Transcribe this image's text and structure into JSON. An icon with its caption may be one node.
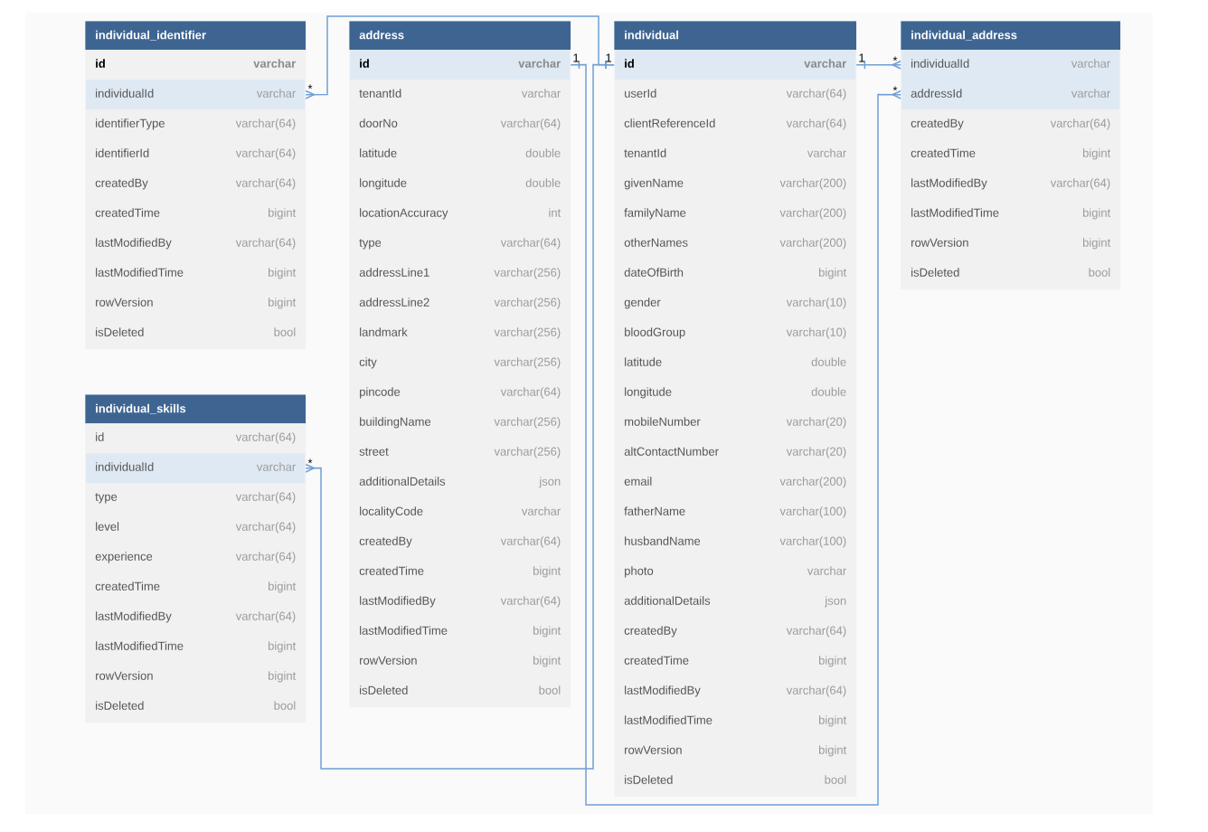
{
  "diagram": {
    "nodes": [
      {
        "text": [
          "individual_identifier"
        ]
      },
      {
        "text": [
          "id",
          "varchar"
        ],
        "in": 0
      },
      {
        "text": [
          "individualId",
          "varchar"
        ],
        "in": 0
      },
      {
        "text": [
          "identifierType",
          "varchar(64)"
        ],
        "in": 0
      },
      {
        "text": [
          "identifierId",
          "varchar(64)"
        ],
        "in": 0
      },
      {
        "text": [
          "createdBy",
          "varchar(64)"
        ],
        "in": 0
      },
      {
        "text": [
          "createdTime",
          "bigint"
        ],
        "in": 0
      },
      {
        "text": [
          "lastModifiedBy",
          "varchar(64)"
        ],
        "in": 0
      },
      {
        "text": [
          "lastModifiedTime",
          "bigint"
        ],
        "in": 0
      },
      {
        "text": [
          "rowVersion",
          "bigint"
        ],
        "in": 0
      },
      {
        "text": [
          "isDeleted",
          "bool"
        ],
        "in": 0
      },
      {
        "text": [
          "address"
        ]
      },
      {
        "text": [
          "id",
          "varchar"
        ],
        "in": 11
      },
      {
        "text": [
          "tenantId",
          "varchar"
        ],
        "in": 11
      },
      {
        "text": [
          "doorNo",
          "varchar(64)"
        ],
        "in": 11
      },
      {
        "text": [
          "latitude",
          "double"
        ],
        "in": 11
      },
      {
        "text": [
          "longitude",
          "double"
        ],
        "in": 11
      },
      {
        "text": [
          "locationAccuracy",
          "int"
        ],
        "in": 11
      },
      {
        "text": [
          "type",
          "varchar(64)"
        ],
        "in": 11
      },
      {
        "text": [
          "addressLine1",
          "varchar(256)"
        ],
        "in": 11
      },
      {
        "text": [
          "addressLine2",
          "varchar(256)"
        ],
        "in": 11
      },
      {
        "text": [
          "landmark",
          "varchar(256)"
        ],
        "in": 11
      },
      {
        "text": [
          "city",
          "varchar(256)"
        ],
        "in": 11
      },
      {
        "text": [
          "pincode",
          "varchar(64)"
        ],
        "in": 11
      },
      {
        "text": [
          "buildingName",
          "varchar(256)"
        ],
        "in": 11
      },
      {
        "text": [
          "street",
          "varchar(256)"
        ],
        "in": 11
      },
      {
        "text": [
          "additionalDetails",
          "json"
        ],
        "in": 11
      },
      {
        "text": [
          "localityCode",
          "varchar"
        ],
        "in": 11
      },
      {
        "text": [
          "createdBy",
          "varchar(64)"
        ],
        "in": 11
      },
      {
        "text": [
          "createdTime",
          "bigint"
        ],
        "in": 11
      },
      {
        "text": [
          "lastModifiedBy",
          "varchar(64)"
        ],
        "in": 11
      },
      {
        "text": [
          "lastModifiedTime",
          "bigint"
        ],
        "in": 11
      },
      {
        "text": [
          "rowVersion",
          "bigint"
        ],
        "in": 11
      },
      {
        "text": [
          "isDeleted",
          "bool"
        ],
        "in": 11
      },
      {
        "text": [
          "individual"
        ]
      },
      {
        "text": [
          "id",
          "varchar"
        ],
        "in": 34
      },
      {
        "text": [
          "userId",
          "varchar(64)"
        ],
        "in": 34
      },
      {
        "text": [
          "clientReferenceId",
          "varchar(64)"
        ],
        "in": 34
      },
      {
        "text": [
          "tenantId",
          "varchar"
        ],
        "in": 34
      },
      {
        "text": [
          "givenName",
          "varchar(200)"
        ],
        "in": 34
      },
      {
        "text": [
          "familyName",
          "varchar(200)"
        ],
        "in": 34
      },
      {
        "text": [
          "otherNames",
          "varchar(200)"
        ],
        "in": 34
      },
      {
        "text": [
          "dateOfBirth",
          "bigint"
        ],
        "in": 34
      },
      {
        "text": [
          "gender",
          "varchar(10)"
        ],
        "in": 34
      },
      {
        "text": [
          "bloodGroup",
          "varchar(10)"
        ],
        "in": 34
      },
      {
        "text": [
          "latitude",
          "double"
        ],
        "in": 34
      },
      {
        "text": [
          "longitude",
          "double"
        ],
        "in": 34
      },
      {
        "text": [
          "mobileNumber",
          "varchar(20)"
        ],
        "in": 34
      },
      {
        "text": [
          "altContactNumber",
          "varchar(20)"
        ],
        "in": 34
      },
      {
        "text": [
          "email",
          "varchar(200)"
        ],
        "in": 34
      },
      {
        "text": [
          "fatherName",
          "varchar(100)"
        ],
        "in": 34
      },
      {
        "text": [
          "husbandName",
          "varchar(100)"
        ],
        "in": 34
      },
      {
        "text": [
          "photo",
          "varchar"
        ],
        "in": 34
      },
      {
        "text": [
          "additionalDetails",
          "json"
        ],
        "in": 34
      },
      {
        "text": [
          "createdBy",
          "varchar(64)"
        ],
        "in": 34
      },
      {
        "text": [
          "createdTime",
          "bigint"
        ],
        "in": 34
      },
      {
        "text": [
          "lastModifiedBy",
          "varchar(64)"
        ],
        "in": 34
      },
      {
        "text": [
          "lastModifiedTime",
          "bigint"
        ],
        "in": 34
      },
      {
        "text": [
          "rowVersion",
          "bigint"
        ],
        "in": 34
      },
      {
        "text": [
          "isDeleted",
          "bool"
        ],
        "in": 34
      },
      {
        "text": [
          "individual_address"
        ]
      },
      {
        "text": [
          "individualId",
          "varchar"
        ],
        "in": 60
      },
      {
        "text": [
          "addressId",
          "varchar"
        ],
        "in": 60
      },
      {
        "text": [
          "createdBy",
          "varchar(64)"
        ],
        "in": 60
      },
      {
        "text": [
          "createdTime",
          "bigint"
        ],
        "in": 60
      },
      {
        "text": [
          "lastModifiedBy",
          "varchar(64)"
        ],
        "in": 60
      },
      {
        "text": [
          "lastModifiedTime",
          "bigint"
        ],
        "in": 60
      },
      {
        "text": [
          "rowVersion",
          "bigint"
        ],
        "in": 60
      },
      {
        "text": [
          "isDeleted",
          "bool"
        ],
        "in": 60
      },
      {
        "text": [
          "individual_skills"
        ]
      },
      {
        "text": [
          "id",
          "varchar(64)"
        ],
        "in": 69
      },
      {
        "text": [
          "individualId",
          "varchar"
        ],
        "in": 69
      },
      {
        "text": [
          "type",
          "varchar(64)"
        ],
        "in": 69
      },
      {
        "text": [
          "level",
          "varchar(64)"
        ],
        "in": 69
      },
      {
        "text": [
          "experience",
          "varchar(64)"
        ],
        "in": 69
      },
      {
        "text": [
          "createdTime",
          "bigint"
        ],
        "in": 69
      },
      {
        "text": [
          "lastModifiedBy",
          "varchar(64)"
        ],
        "in": 69
      },
      {
        "text": [
          "lastModifiedTime",
          "bigint"
        ],
        "in": 69
      },
      {
        "text": [
          "rowVersion",
          "bigint"
        ],
        "in": 69
      },
      {
        "text": [
          "isDeleted",
          "bool"
        ],
        "in": 69
      }
    ],
    "edges": [
      {
        "from": 2,
        "to": 35,
        "arrow": "other"
      },
      {
        "from": 71,
        "to": 35,
        "arrow": "other"
      },
      {
        "from": 61,
        "to": 35,
        "arrow": "other"
      },
      {
        "from": 62,
        "to": 12,
        "arrow": "other"
      }
    ],
    "labels": [
      "1",
      "1",
      "1",
      "*",
      "*",
      "*",
      "*"
    ]
  }
}
